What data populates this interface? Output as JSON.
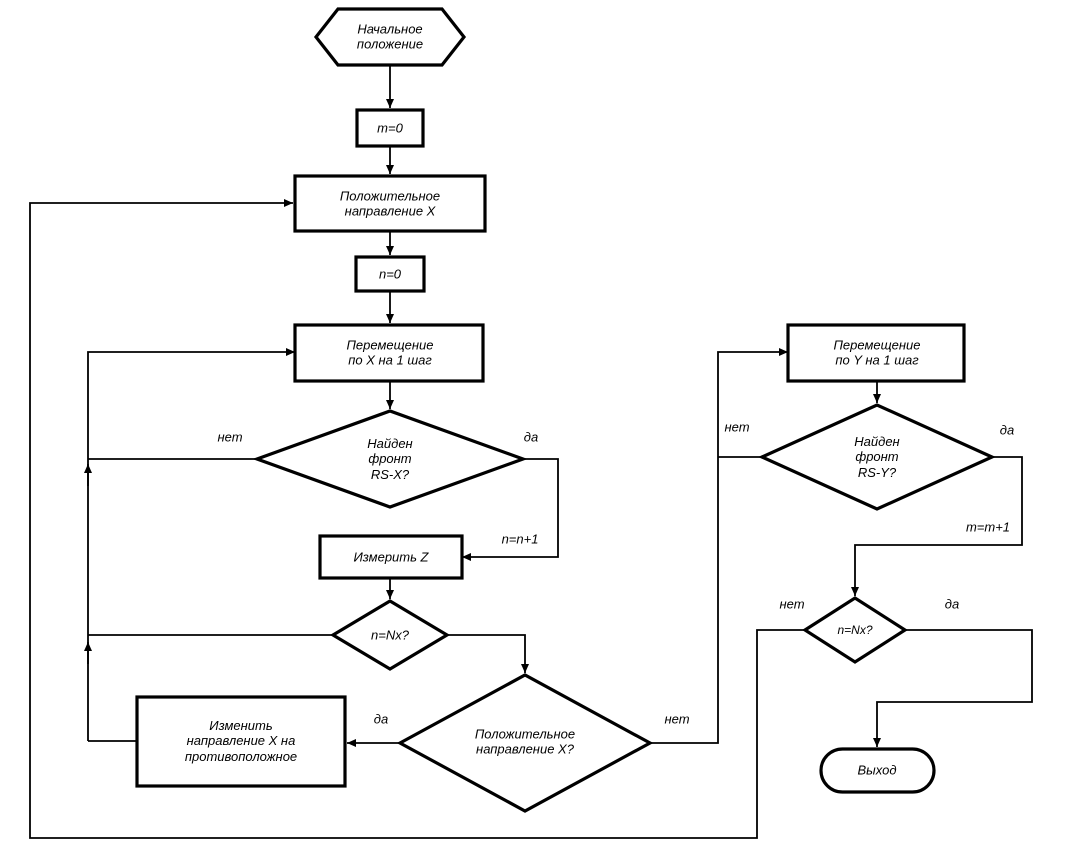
{
  "diagram": {
    "type": "flowchart",
    "language": "ru",
    "colors": {
      "line": "#000000",
      "fill": "#ffffff",
      "background": "#ffffff"
    }
  },
  "nodes": {
    "start": "Начальное\nположение",
    "set_m_zero": "m=0",
    "positive_direction_x": "Положительное\nнаправление X",
    "set_n_zero": "n=0",
    "move_x_one_step": "Перемещение\nпо X на 1 шаг",
    "front_rs_x_found": "Найден\nфронт\nRS-X?",
    "increment_n": "n=n+1",
    "measure_z": "Измерить Z",
    "n_equals_nx": "n=Nx?",
    "positive_direction_x_question": "Положительное\nнаправление X?",
    "reverse_x_direction": "Изменить\nнаправление X на\nпротивоположное",
    "move_y_one_step": "Перемещение\nпо Y на 1 шаг",
    "front_rs_y_found": "Найден\nфронт\nRS-Y?",
    "increment_m": "m=m+1",
    "m_equals_limit": "n=Nx?",
    "exit": "Выход"
  },
  "branch_labels": {
    "yes": "да",
    "no": "нет"
  }
}
